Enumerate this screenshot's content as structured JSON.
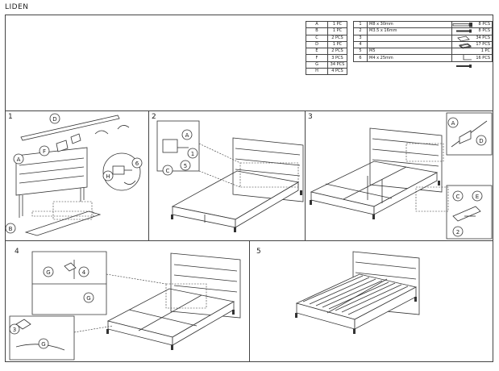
{
  "document": {
    "title": "LIDEN"
  },
  "parts_table": [
    {
      "letter": "A",
      "qty": "1 PC"
    },
    {
      "letter": "B",
      "qty": "1 PC"
    },
    {
      "letter": "C",
      "qty": "2 PCS"
    },
    {
      "letter": "D",
      "qty": "1 PC"
    },
    {
      "letter": "E",
      "qty": "2 PCS"
    },
    {
      "letter": "F",
      "qty": "3 PCS"
    },
    {
      "letter": "G",
      "qty": "34 PCS"
    },
    {
      "letter": "H",
      "qty": "4 PCS"
    }
  ],
  "hardware_table": [
    {
      "num": "1",
      "desc": "M8 x 30mm",
      "qty": "8 PCS"
    },
    {
      "num": "2",
      "desc": "M3.5 x 16mm",
      "qty": "8 PCS"
    },
    {
      "num": "3",
      "desc": "",
      "qty": "34 PCS"
    },
    {
      "num": "4",
      "desc": "",
      "qty": "17 PCS"
    },
    {
      "num": "5",
      "desc": "M5",
      "qty": "1 PC"
    },
    {
      "num": "6",
      "desc": "M4 x 25mm",
      "qty": "16 PCS"
    }
  ],
  "steps": {
    "s1": "1",
    "s2": "2",
    "s3": "3",
    "s4": "4",
    "s5": "5"
  },
  "callouts": {
    "step1": [
      "D",
      "F",
      "A",
      "H",
      "6",
      "B"
    ],
    "step2": [
      "A",
      "1",
      "5",
      "C"
    ],
    "step3": [
      "A",
      "D",
      "C",
      "E",
      "2"
    ],
    "step4": [
      "G",
      "4",
      "G",
      "3",
      "G"
    ]
  }
}
